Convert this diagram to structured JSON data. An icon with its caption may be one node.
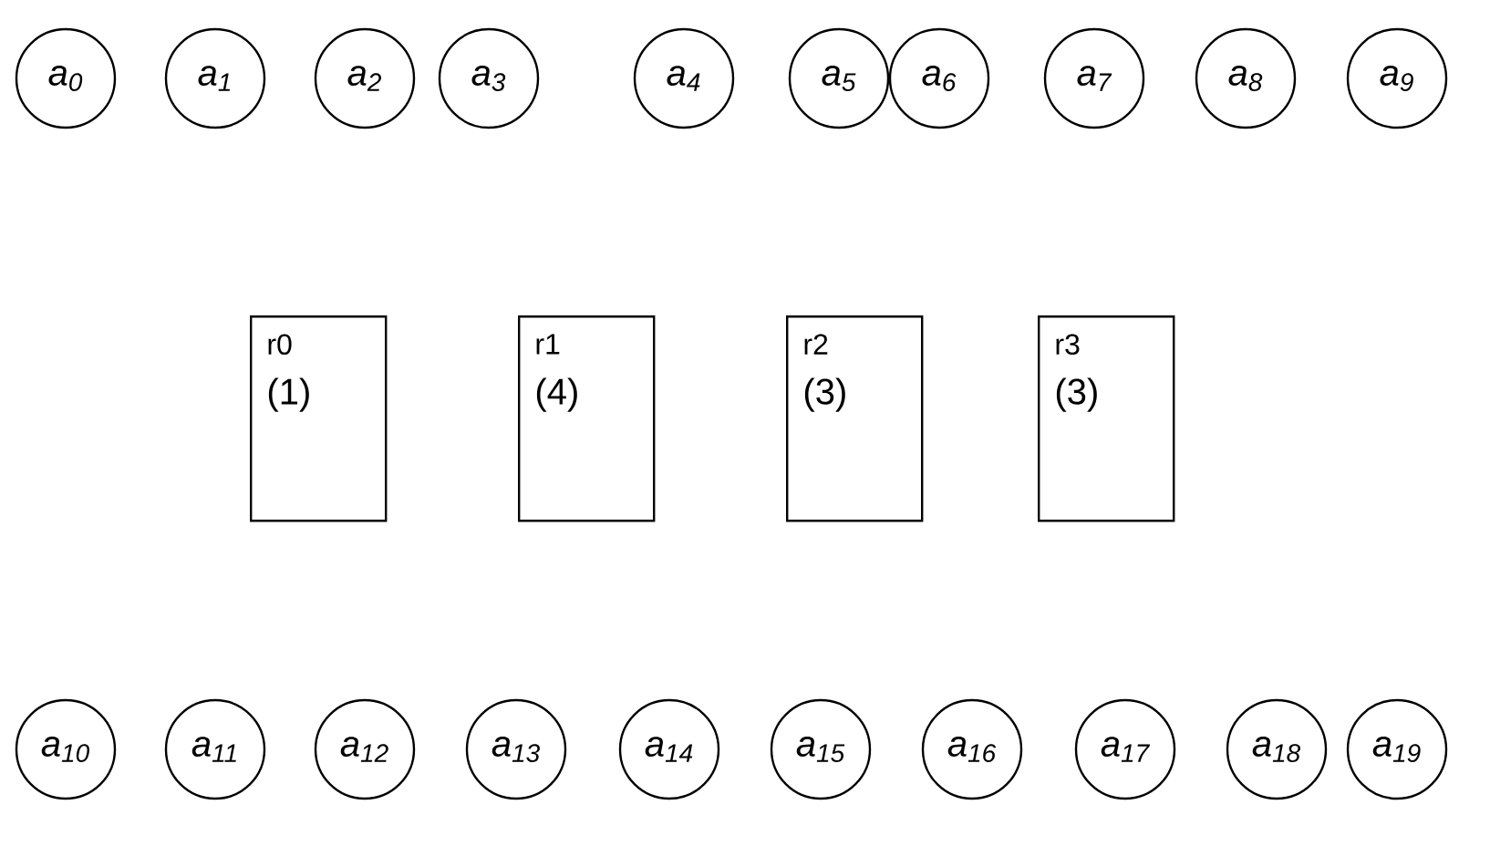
{
  "diagram": {
    "nodes": [
      {
        "text": [
          "a$_{0}$"
        ]
      },
      {
        "text": [
          "a$_{1}$"
        ]
      },
      {
        "text": [
          "a$_{2}$"
        ]
      },
      {
        "text": [
          "a$_{3}$"
        ]
      },
      {
        "text": [
          "a$_{4}$"
        ]
      },
      {
        "text": [
          "a$_{5}$"
        ]
      },
      {
        "text": [
          "a$_{6}$"
        ]
      },
      {
        "text": [
          "a$_{7}$"
        ]
      },
      {
        "text": [
          "a$_{8}$"
        ]
      },
      {
        "text": [
          "a$_{9}$"
        ]
      },
      {
        "text": [
          "r0",
          "(1)"
        ]
      },
      {
        "text": [
          "r1",
          "(4)"
        ]
      },
      {
        "text": [
          "r2",
          "(3)"
        ]
      },
      {
        "text": [
          "r3",
          "(3)"
        ]
      },
      {
        "text": [
          "a$_{10}$"
        ]
      },
      {
        "text": [
          "a$_{11}$"
        ]
      },
      {
        "text": [
          "a$_{12}$"
        ]
      },
      {
        "text": [
          "a$_{13}$"
        ]
      },
      {
        "text": [
          "a$_{14}$"
        ]
      },
      {
        "text": [
          "a$_{15}$"
        ]
      },
      {
        "text": [
          "a$_{16}$"
        ]
      },
      {
        "text": [
          "a$_{17}$"
        ]
      },
      {
        "text": [
          "a$_{18}$"
        ]
      },
      {
        "text": [
          "a$_{19}$"
        ]
      }
    ]
  }
}
